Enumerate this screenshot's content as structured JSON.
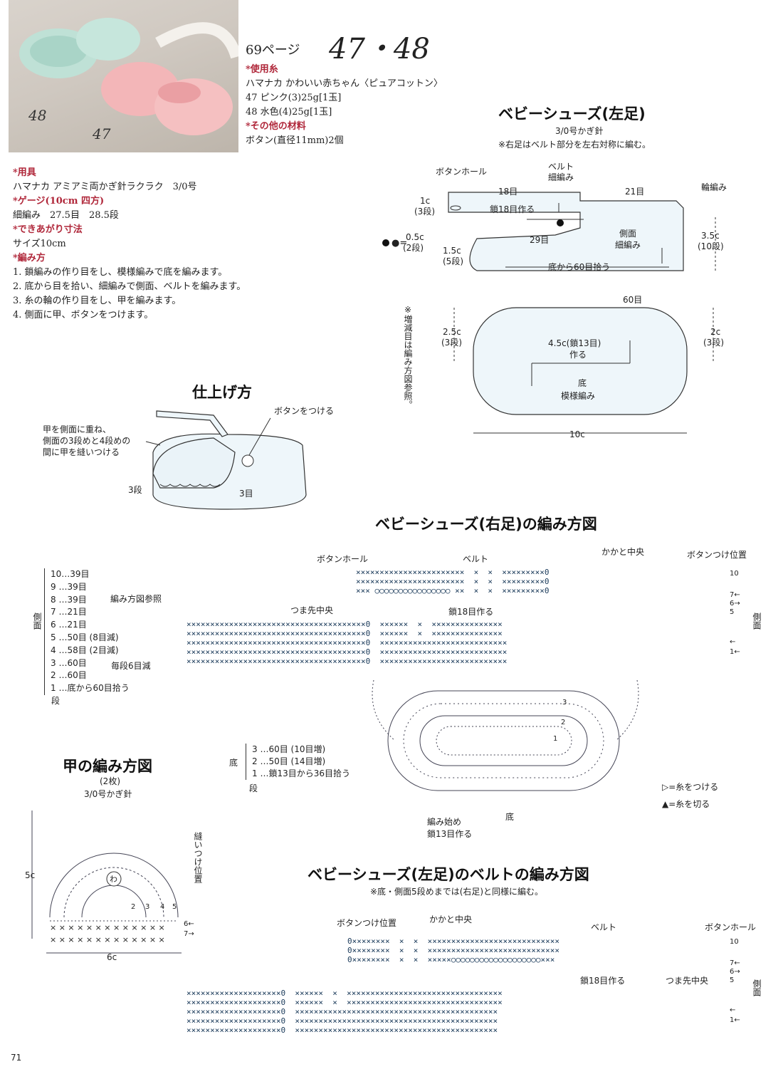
{
  "header": {
    "page_ref": "69ページ",
    "pattern_no": "47・48",
    "photo_labels": [
      "48",
      "47"
    ]
  },
  "materials": {
    "yarn_heading": "*使用糸",
    "yarn_brand": "ハマナカ かわいい赤ちゃん〈ピュアコットン〉",
    "yarn_47": "47 ピンク(3)25g[1玉]",
    "yarn_48": "48 水色(4)25g[1玉]",
    "other_heading": "*その他の材料",
    "other_item": "ボタン(直径11mm)2個"
  },
  "tools": {
    "heading": "*用具",
    "item": "ハマナカ アミアミ両かぎ針ラクラク　3/0号",
    "gauge_heading": "*ゲージ(10cm 四方)",
    "gauge_item": "細編み　27.5目　28.5段",
    "size_heading": "*できあがり寸法",
    "size_item": "サイズ10cm",
    "method_heading": "*編み方",
    "steps": [
      "1. 鎖編みの作り目をし、模様編みで底を編みます。",
      "2. 底から目を拾い、細編みで側面、ベルトを編みます。",
      "3. 糸の輪の作り目をし、甲を編みます。",
      "4. 側面に甲、ボタンをつけます。"
    ]
  },
  "left_shoe": {
    "title": "ベビーシューズ(左足)",
    "hook": "3/0号かぎ針",
    "note": "※右足はベルト部分を左右対称に編む。",
    "buttonhole": "ボタンホール",
    "belt": "ベルト",
    "belt_sc": "細編み",
    "belt_18": "18目",
    "belt_21": "21目",
    "ring": "輪編み",
    "d1c": "1c",
    "d3r": "(3段)",
    "chain18": "鎖18目作る",
    "dot_eq": "●=",
    "d05c": "0.5c",
    "d2r": "(2段)",
    "st29": "29目",
    "side": "側面",
    "side_sc": "細編み",
    "d35c": "3.5c",
    "d10r": "(10段)",
    "d15c": "1.5c",
    "d5r": "(5段)",
    "pick60": "底から60目拾う",
    "st60": "60目",
    "d25c": "2.5c",
    "d3r_b": "(3段)",
    "d2c": "2c",
    "d3r_c": "(3段)",
    "d45c": "4.5c(鎖13目)",
    "make": "作る",
    "sole": "底",
    "sole_pat": "模様編み",
    "d10c": "10c",
    "vert_note": "※増減目は編み方図参照。"
  },
  "finishing": {
    "title": "仕上げ方",
    "button": "ボタンをつける",
    "note1": "甲を側面に重ね、",
    "note2": "側面の3段めと4段めの",
    "note3": "間に甲を縫いつける",
    "r3": "3段",
    "st3": "3目"
  },
  "right_chart": {
    "title": "ベビーシューズ(右足)の編み方図",
    "buttonhole": "ボタンホール",
    "belt": "ベルト",
    "heel": "かかと中央",
    "button_pos": "ボタンつけ位置",
    "toe": "つま先中央",
    "chain18": "鎖18目作る",
    "row_labels": [
      "10",
      "7←",
      "6→",
      "5",
      "←",
      "1←"
    ],
    "side": "側面",
    "sole": "底",
    "start1": "編み始め",
    "start2": "鎖13目作る",
    "legend_attach": "=糸をつける",
    "legend_cut": "=糸を切る"
  },
  "side_rows": {
    "label": "側面",
    "rows": [
      "10…39目",
      "9 …39目",
      "8 …39目",
      "7 …21目",
      "6 …21目",
      "5 …50目 (8目減)",
      "4 …58目 (2目減)",
      "3 …60目",
      "2 …60目",
      "1 …底から60目拾う"
    ],
    "ref": "編み方図参照",
    "each": "毎段6目減",
    "dan": "段"
  },
  "sole_rows": {
    "label": "底",
    "rows": [
      "3 …60目 (10目増)",
      "2 …50目 (14目増)",
      "1 …鎖13目から36目拾う"
    ],
    "dan": "段"
  },
  "instep": {
    "title": "甲の編み方図",
    "count": "(2枚)",
    "hook": "3/0号かぎ針",
    "sew": "縫いつけ位置",
    "d5c": "5c",
    "d6c": "6c",
    "ring": "わ",
    "nums": [
      "2",
      "3",
      "4",
      "5"
    ],
    "rows": [
      "6←",
      "7→"
    ]
  },
  "left_chart": {
    "title": "ベビーシューズ(左足)のベルトの編み方図",
    "note": "※底・側面5段めまでは(右足)と同様に編む。",
    "button_pos": "ボタンつけ位置",
    "heel": "かかと中央",
    "belt": "ベルト",
    "buttonhole": "ボタンホール",
    "chain18": "鎖18目作る",
    "toe": "つま先中央",
    "row_labels": [
      "10",
      "7←",
      "6→",
      "5",
      "←",
      "1←"
    ],
    "side": "側面"
  },
  "page_number": "71"
}
